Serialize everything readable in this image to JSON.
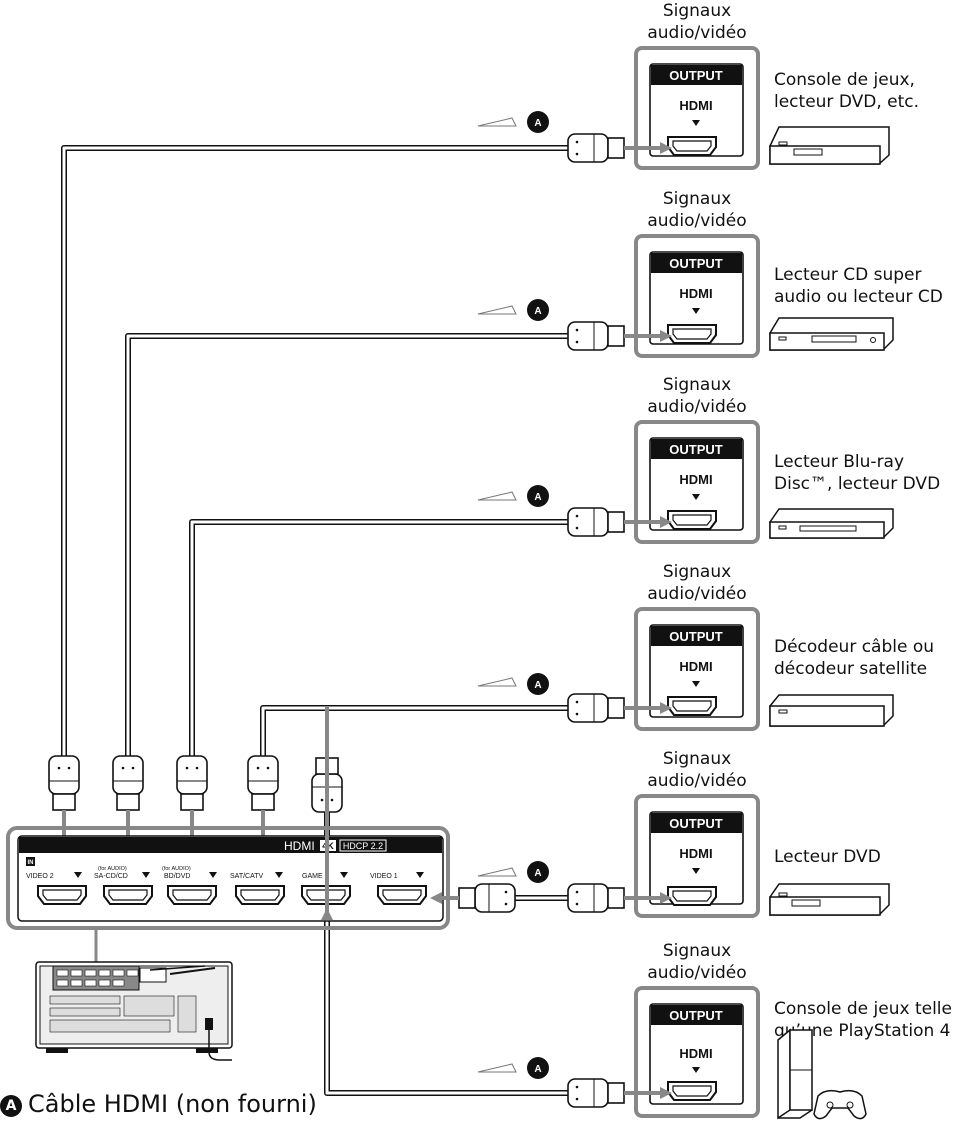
{
  "devices": [
    {
      "signal_line1": "Signaux",
      "signal_line2": "audio/vidéo",
      "output": "OUTPUT",
      "hdmi": "HDMI",
      "name_line1": "Console de jeux,",
      "name_line2": "lecteur DVD, etc.",
      "cable_badge": "A"
    },
    {
      "signal_line1": "Signaux",
      "signal_line2": "audio/vidéo",
      "output": "OUTPUT",
      "hdmi": "HDMI",
      "name_line1": "Lecteur CD super",
      "name_line2": "audio ou lecteur CD",
      "cable_badge": "A"
    },
    {
      "signal_line1": "Signaux",
      "signal_line2": "audio/vidéo",
      "output": "OUTPUT",
      "hdmi": "HDMI",
      "name_line1": "Lecteur Blu-ray",
      "name_line2": "Disc™, lecteur DVD",
      "cable_badge": "A"
    },
    {
      "signal_line1": "Signaux",
      "signal_line2": "audio/vidéo",
      "output": "OUTPUT",
      "hdmi": "HDMI",
      "name_line1": "Décodeur câble ou",
      "name_line2": "décodeur satellite",
      "cable_badge": "A"
    },
    {
      "signal_line1": "Signaux",
      "signal_line2": "audio/vidéo",
      "output": "OUTPUT",
      "hdmi": "HDMI",
      "name_line1": "Lecteur DVD",
      "name_line2": "",
      "cable_badge": "A"
    },
    {
      "signal_line1": "Signaux",
      "signal_line2": "audio/vidéo",
      "output": "OUTPUT",
      "hdmi": "HDMI",
      "name_line1": "Console de jeux telle",
      "name_line2": "qu’une PlayStation 4",
      "cable_badge": "A"
    }
  ],
  "receiver": {
    "strip_title": "HDMI",
    "badge_4k": "4K",
    "badge_hdcp": "HDCP 2.2",
    "in_label": "IN",
    "ports": [
      {
        "label": "VIDEO 2",
        "sub": ""
      },
      {
        "label": "SA-CD/CD",
        "sub": "(for AUDIO)"
      },
      {
        "label": "BD/DVD",
        "sub": "(for AUDIO)"
      },
      {
        "label": "SAT/CATV",
        "sub": ""
      },
      {
        "label": "GAME",
        "sub": ""
      },
      {
        "label": "VIDEO 1",
        "sub": ""
      }
    ]
  },
  "legend": {
    "badge": "A",
    "text": "Câble HDMI (non fourni)"
  }
}
